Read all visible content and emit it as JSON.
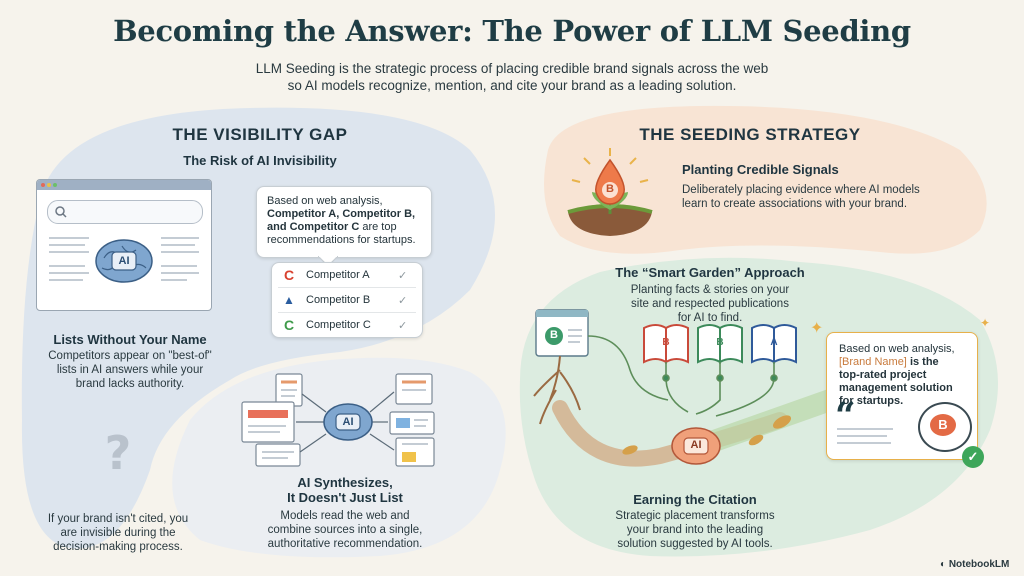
{
  "title": "Becoming the Answer: The Power of LLM Seeding",
  "subtitle_line1": "LLM Seeding is the strategic process of placing credible brand signals across the web",
  "subtitle_line2": "so AI models recognize, mention, and cite your brand as a leading solution.",
  "gap": {
    "heading": "THE VISIBILITY GAP",
    "subheading": "The Risk of AI Invisibility",
    "ai_label": "AI",
    "bubble_line1": "Based on web analysis,",
    "bubble_line2": "Competitor A, Competitor B,",
    "bubble_line3": "and Competitor C",
    "bubble_line4": "are top",
    "bubble_line5": "recommendations for startups.",
    "competitors": [
      {
        "name": "Competitor A",
        "logo": "C",
        "color": "#d8412f"
      },
      {
        "name": "Competitor B",
        "logo": "▲",
        "color": "#2a5d9f"
      },
      {
        "name": "Competitor C",
        "logo": "C",
        "color": "#3f9a4a"
      }
    ],
    "check_glyph": "✓",
    "lists_title": "Lists Without Your Name",
    "lists_body_l1": "Competitors appear on \"best-of\"",
    "lists_body_l2": "lists in AI answers while your",
    "lists_body_l3": "brand lacks authority.",
    "question_glyph": "?",
    "invisible_l1": "If your brand isn't cited, you",
    "invisible_l2": "are invisible during the",
    "invisible_l3": "decision-making process.",
    "synth_title_l1": "AI Synthesizes,",
    "synth_title_l2": "It Doesn't Just List",
    "synth_body_l1": "Models read the web and",
    "synth_body_l2": "combine sources into a single,",
    "synth_body_l3": "authoritative recommendation.",
    "synth_ai_label": "AI"
  },
  "seeding": {
    "heading": "THE SEEDING STRATEGY",
    "planting_title": "Planting Credible Signals",
    "planting_body_l1": "Deliberately placing evidence where AI models",
    "planting_body_l2": "learn to create associations with your brand.",
    "seed_logo": "B",
    "garden_title": "The “Smart Garden” Approach",
    "garden_body_l1": "Planting facts & stories on your",
    "garden_body_l2": "site and respected publications",
    "garden_body_l3": "for AI to find.",
    "site_logo": "B",
    "book_glyphs": [
      "B",
      "B",
      "A"
    ],
    "garden_ai_label": "AI",
    "answer_line1": "Based on web analysis,",
    "answer_brand": "[Brand Name]",
    "answer_is_the": "is the",
    "answer_line3": "top-rated project",
    "answer_line4": "management solution",
    "answer_line5": "for startups.",
    "quote_glyph": "“",
    "answer_logo": "B",
    "answer_check": "✓",
    "citation_title": "Earning the Citation",
    "citation_body_l1": "Strategic placement transforms",
    "citation_body_l2": "your brand into the leading",
    "citation_body_l3": "solution suggested by AI tools."
  },
  "watermark": "NotebookLM",
  "colors": {
    "gap_bg": "#dfe6ef",
    "seeding_bg": "#f8e3d3",
    "garden_bg": "#dcece0",
    "brand_orange": "#e36a45",
    "brand_highlight": "#c87a3c"
  }
}
